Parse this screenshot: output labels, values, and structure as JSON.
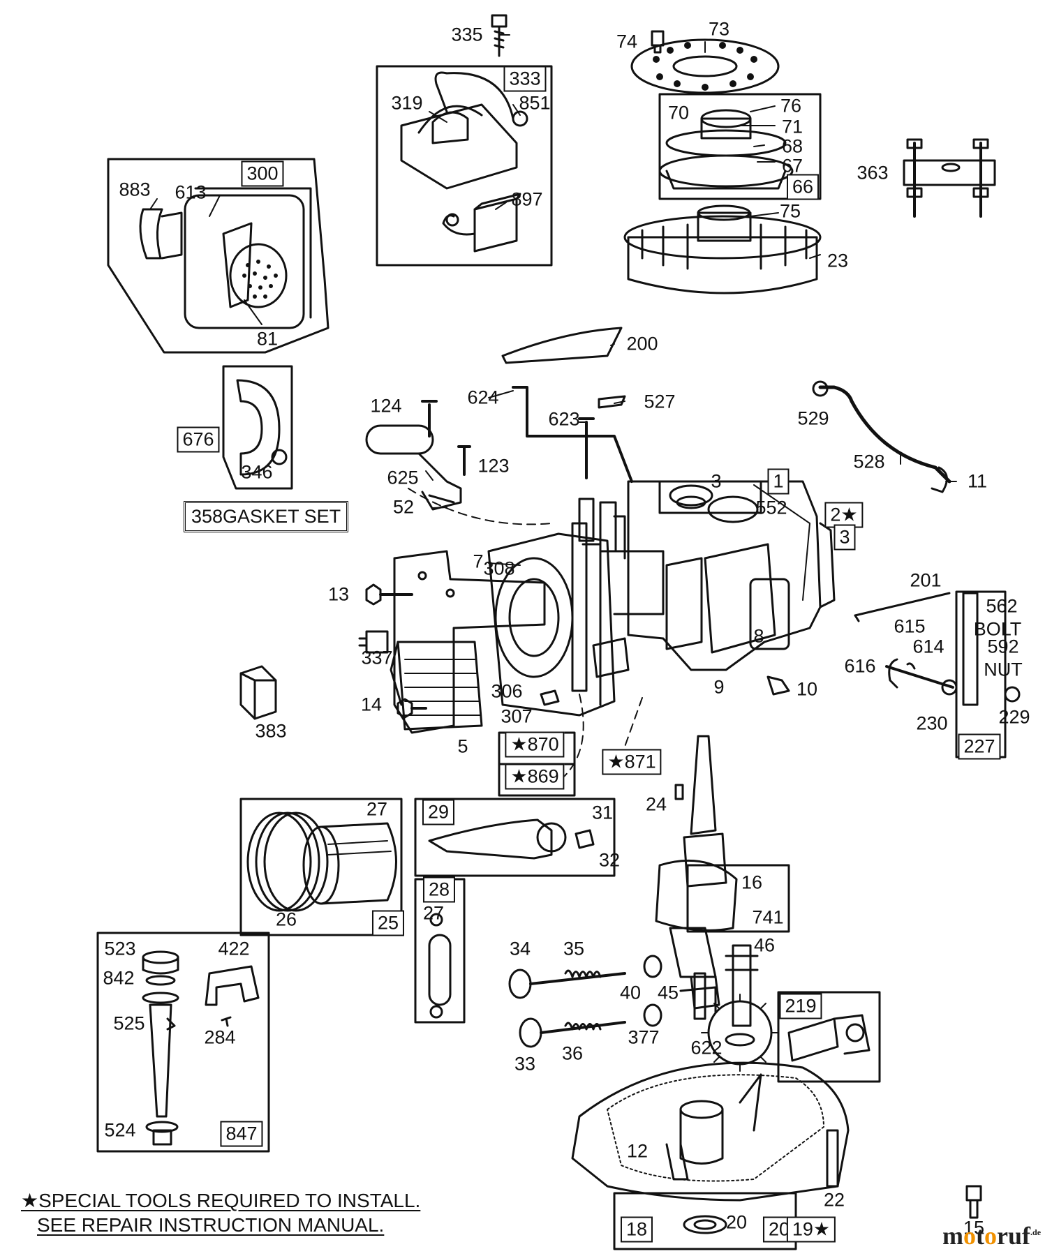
{
  "gasket_set_label": "358GASKET SET",
  "footnote_line1": "★SPECIAL TOOLS REQUIRED TO INSTALL.",
  "footnote_line2": "SEE REPAIR INSTRUCTION MANUAL.",
  "watermark": {
    "name": "motoruf",
    "suffix": ".de",
    "accent_color": "#f19100"
  },
  "callouts": [
    {
      "id": "335",
      "boxed": false
    },
    {
      "id": "74",
      "boxed": false
    },
    {
      "id": "73",
      "boxed": false
    },
    {
      "id": "333",
      "boxed": true
    },
    {
      "id": "319",
      "boxed": false
    },
    {
      "id": "851",
      "boxed": false
    },
    {
      "id": "897",
      "boxed": false
    },
    {
      "id": "76",
      "boxed": false
    },
    {
      "id": "70",
      "boxed": false
    },
    {
      "id": "71",
      "boxed": false
    },
    {
      "id": "68",
      "boxed": false
    },
    {
      "id": "67",
      "boxed": false
    },
    {
      "id": "66",
      "boxed": true
    },
    {
      "id": "75",
      "boxed": false
    },
    {
      "id": "23",
      "boxed": false
    },
    {
      "id": "363",
      "boxed": false
    },
    {
      "id": "300",
      "boxed": true
    },
    {
      "id": "883",
      "boxed": false
    },
    {
      "id": "613",
      "boxed": false
    },
    {
      "id": "81",
      "boxed": false
    },
    {
      "id": "200",
      "boxed": false
    },
    {
      "id": "676",
      "boxed": true
    },
    {
      "id": "346",
      "boxed": false
    },
    {
      "id": "124",
      "boxed": false
    },
    {
      "id": "123",
      "boxed": false
    },
    {
      "id": "625",
      "boxed": false
    },
    {
      "id": "52",
      "boxed": false
    },
    {
      "id": "624",
      "boxed": false
    },
    {
      "id": "623",
      "boxed": false
    },
    {
      "id": "527",
      "boxed": false
    },
    {
      "id": "529",
      "boxed": false
    },
    {
      "id": "528",
      "boxed": false
    },
    {
      "id": "11",
      "boxed": false
    },
    {
      "id": "3",
      "boxed": false
    },
    {
      "id": "1",
      "boxed": true
    },
    {
      "id": "552",
      "boxed": false
    },
    {
      "id": "2★",
      "boxed": true
    },
    {
      "id": "3",
      "boxed": true
    },
    {
      "id": "7",
      "boxed": false
    },
    {
      "id": "308",
      "boxed": false
    },
    {
      "id": "13",
      "boxed": false
    },
    {
      "id": "337",
      "boxed": false
    },
    {
      "id": "8",
      "boxed": false
    },
    {
      "id": "201",
      "boxed": false
    },
    {
      "id": "562",
      "boxed": false
    },
    {
      "id": "BOLT",
      "boxed": false
    },
    {
      "id": "615",
      "boxed": false
    },
    {
      "id": "614",
      "boxed": false
    },
    {
      "id": "592",
      "boxed": false
    },
    {
      "id": "NUT",
      "boxed": false
    },
    {
      "id": "616",
      "boxed": false
    },
    {
      "id": "9",
      "boxed": false
    },
    {
      "id": "10",
      "boxed": false
    },
    {
      "id": "306",
      "boxed": false
    },
    {
      "id": "14",
      "boxed": false
    },
    {
      "id": "307",
      "boxed": false
    },
    {
      "id": "230",
      "boxed": false
    },
    {
      "id": "229",
      "boxed": false
    },
    {
      "id": "227",
      "boxed": true
    },
    {
      "id": "383",
      "boxed": false
    },
    {
      "id": "5",
      "boxed": false
    },
    {
      "id": "★870",
      "boxed": true
    },
    {
      "id": "★869",
      "boxed": true
    },
    {
      "id": "★871",
      "boxed": true
    },
    {
      "id": "27",
      "boxed": false
    },
    {
      "id": "29",
      "boxed": true
    },
    {
      "id": "31",
      "boxed": false
    },
    {
      "id": "32",
      "boxed": false
    },
    {
      "id": "24",
      "boxed": false
    },
    {
      "id": "26",
      "boxed": false
    },
    {
      "id": "25",
      "boxed": true
    },
    {
      "id": "28",
      "boxed": true
    },
    {
      "id": "27",
      "boxed": false
    },
    {
      "id": "16",
      "boxed": false
    },
    {
      "id": "741",
      "boxed": false
    },
    {
      "id": "523",
      "boxed": false
    },
    {
      "id": "422",
      "boxed": false
    },
    {
      "id": "842",
      "boxed": false
    },
    {
      "id": "34",
      "boxed": false
    },
    {
      "id": "35",
      "boxed": false
    },
    {
      "id": "46",
      "boxed": false
    },
    {
      "id": "40",
      "boxed": false
    },
    {
      "id": "45",
      "boxed": false
    },
    {
      "id": "525",
      "boxed": false
    },
    {
      "id": "284",
      "boxed": false
    },
    {
      "id": "219",
      "boxed": true
    },
    {
      "id": "377",
      "boxed": false
    },
    {
      "id": "622",
      "boxed": false
    },
    {
      "id": "33",
      "boxed": false
    },
    {
      "id": "36",
      "boxed": false
    },
    {
      "id": "524",
      "boxed": false
    },
    {
      "id": "847",
      "boxed": true
    },
    {
      "id": "12",
      "boxed": false
    },
    {
      "id": "22",
      "boxed": false
    },
    {
      "id": "18",
      "boxed": true
    },
    {
      "id": "20",
      "boxed": false
    },
    {
      "id": "20",
      "boxed": true
    },
    {
      "id": "19★",
      "boxed": true
    },
    {
      "id": "15",
      "boxed": false
    }
  ]
}
